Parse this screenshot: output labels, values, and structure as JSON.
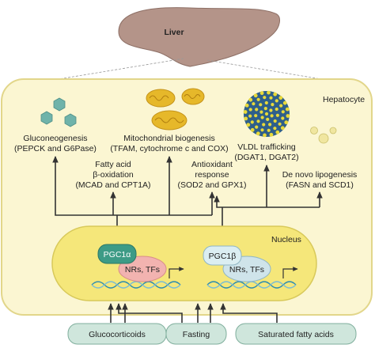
{
  "organ": {
    "label": "Liver"
  },
  "cell": {
    "label": "Hepatocyte"
  },
  "nucleus": {
    "label": "Nucleus"
  },
  "processes": {
    "gluconeogenesis": {
      "line1": "Gluconeogenesis",
      "line2": "(PEPCK and G6Pase)"
    },
    "mito_biogenesis": {
      "line1": "Mitochondrial biogenesis",
      "line2": "(TFAM, cytochrome c and COX)"
    },
    "vldl": {
      "line1": "VLDL trafficking",
      "line2": "(DGAT1, DGAT2)"
    },
    "fatty_acid_oxidation": {
      "line1": "Fatty acid",
      "line2": "β-oxidation",
      "line3": "(MCAD and CPT1A)"
    },
    "antioxidant": {
      "line1": "Antioxidant",
      "line2": "response",
      "line3": "(SOD2 and GPX1)"
    },
    "lipogenesis": {
      "line1": "De novo lipogenesis",
      "line2": "(FASN and SCD1)"
    }
  },
  "coactivators": {
    "pgc1a": "PGC1α",
    "pgc1b": "PGC1β",
    "partners_a": "NRs, TFs",
    "partners_b": "NRs, TFs"
  },
  "stimuli": {
    "glucocorticoids": "Glucocorticoids",
    "fasting": "Fasting",
    "saturated_fa": "Saturated fatty acids"
  },
  "colors": {
    "cell_fill": "#fbf6d2",
    "cell_border": "#e2d68a",
    "nucleus_fill": "#f5e77a",
    "liver": "#b49489",
    "pgc1a": "#3d9b86",
    "pgc1b": "#cfe4ea",
    "partner": "#f2b3b0",
    "stimulus_box": "#cfe6dc",
    "hexagon": "#6fb3aa",
    "mitochondria": "#e6b82a",
    "vldl_blue": "#2e5f8a",
    "vldl_yellow": "#e8d93a",
    "lipid_droplet": "#f0e6a0"
  }
}
